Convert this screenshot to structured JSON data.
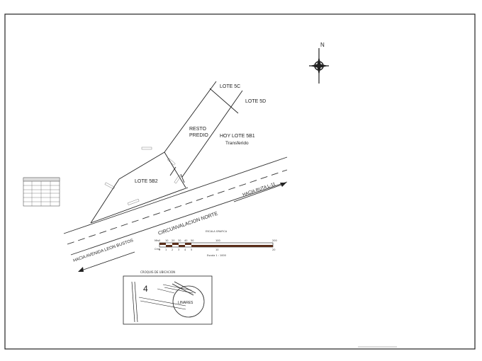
{
  "lots": {
    "lote_5c": "LOTE 5C",
    "lote_5d": "LOTE 5D",
    "resto_predio": [
      "RESTO",
      "PREDIO"
    ],
    "hoy_lote_5b1": "HOY LOTE 5B1",
    "transferido": "Transferido",
    "lote_5b2": "LOTE 5B2"
  },
  "roads": {
    "circunvalacion": "CIRCUNVALACION NORTE",
    "hacia_ruta": "HACIA RUTA L-11",
    "hacia_avenida": "HACIA AVENIDA LEON BUSTOS"
  },
  "north_label": "N",
  "scale": {
    "title": "ESCALA GRAFICA",
    "mts_label": "Mts",
    "cms_label": "Cms",
    "top_ticks": [
      "0",
      "10",
      "20",
      "30",
      "40",
      "50",
      "100",
      "200"
    ],
    "bottom_ticks": [
      "0",
      "1",
      "2",
      "3",
      "4",
      "5",
      "10",
      "20"
    ],
    "note": "Escala 1 : 1000"
  },
  "location": {
    "title": "CROQUIS DE UBICACION",
    "number": "4",
    "city": "LINARES"
  },
  "colors": {
    "ink": "#222222",
    "scale_fill": "#5a2e1a"
  }
}
